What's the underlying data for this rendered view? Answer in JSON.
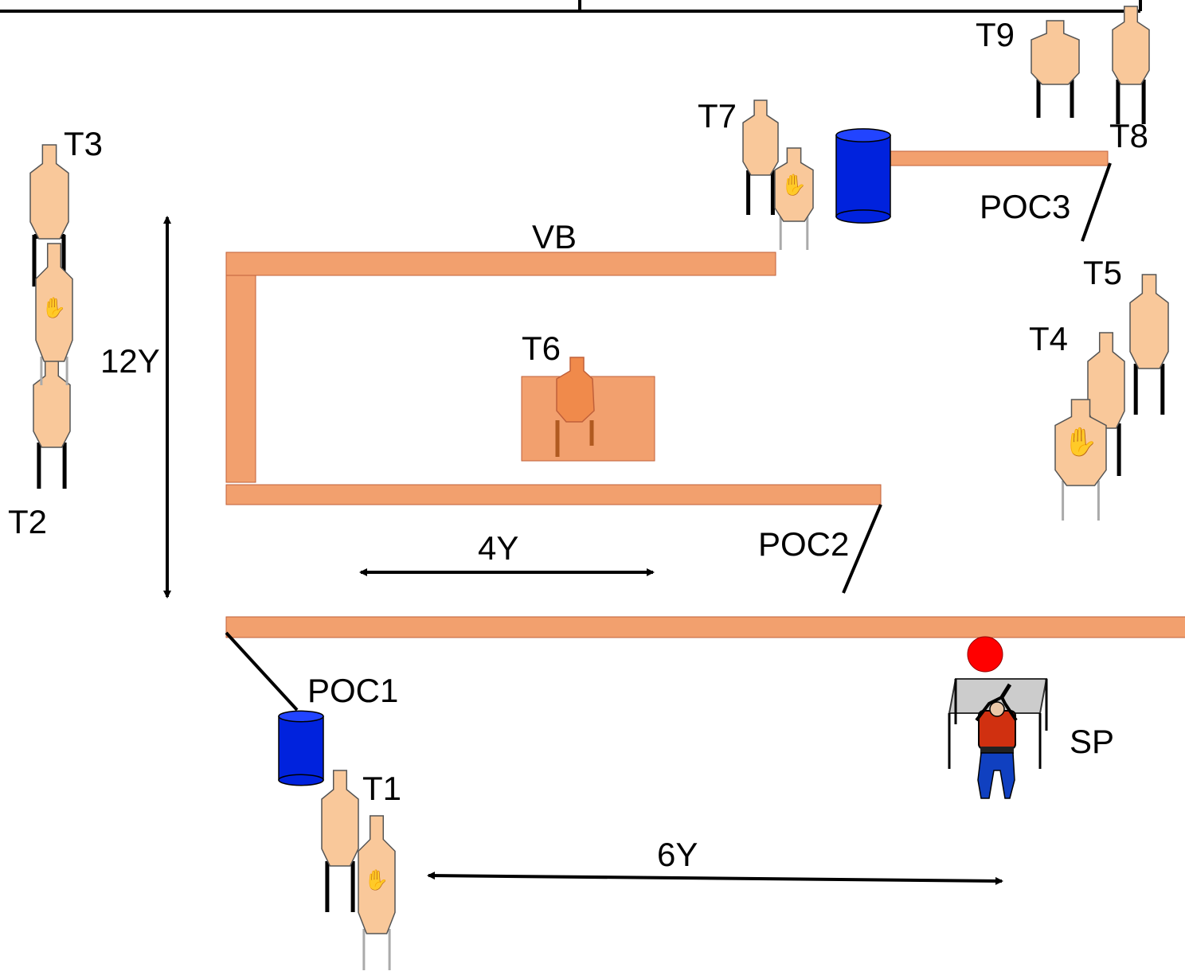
{
  "colors": {
    "wall": "#F2A06E",
    "wall_stroke": "#C0603A",
    "target_fill": "#F9C89A",
    "target_stroke": "#555555",
    "t6_fill": "#F08A4B",
    "barrel": "#0022DD",
    "barrel_top": "#2244FF",
    "no_shoot_hand": "#111111",
    "start_marker": "#FF0000",
    "table": "#CCCCCC",
    "shooter_shirt": "#D03010",
    "shooter_pants": "#1040C0"
  },
  "labels": {
    "vb": "VB",
    "poc1": "POC1",
    "poc2": "POC2",
    "poc3": "POC3",
    "sp": "SP",
    "t1": "T1",
    "t2": "T2",
    "t3": "T3",
    "t4": "T4",
    "t5": "T5",
    "t6": "T6",
    "t7": "T7",
    "t8": "T8",
    "t9": "T9"
  },
  "dimensions": {
    "d12y": "12Y",
    "d4y": "4Y",
    "d6y": "6Y"
  },
  "icons": {
    "target": "silhouette-target-icon",
    "no_shoot": "hand-no-shoot-icon",
    "barrel": "barrel-icon",
    "start_marker": "red-dot-icon",
    "shooter": "shooter-at-table-icon"
  }
}
